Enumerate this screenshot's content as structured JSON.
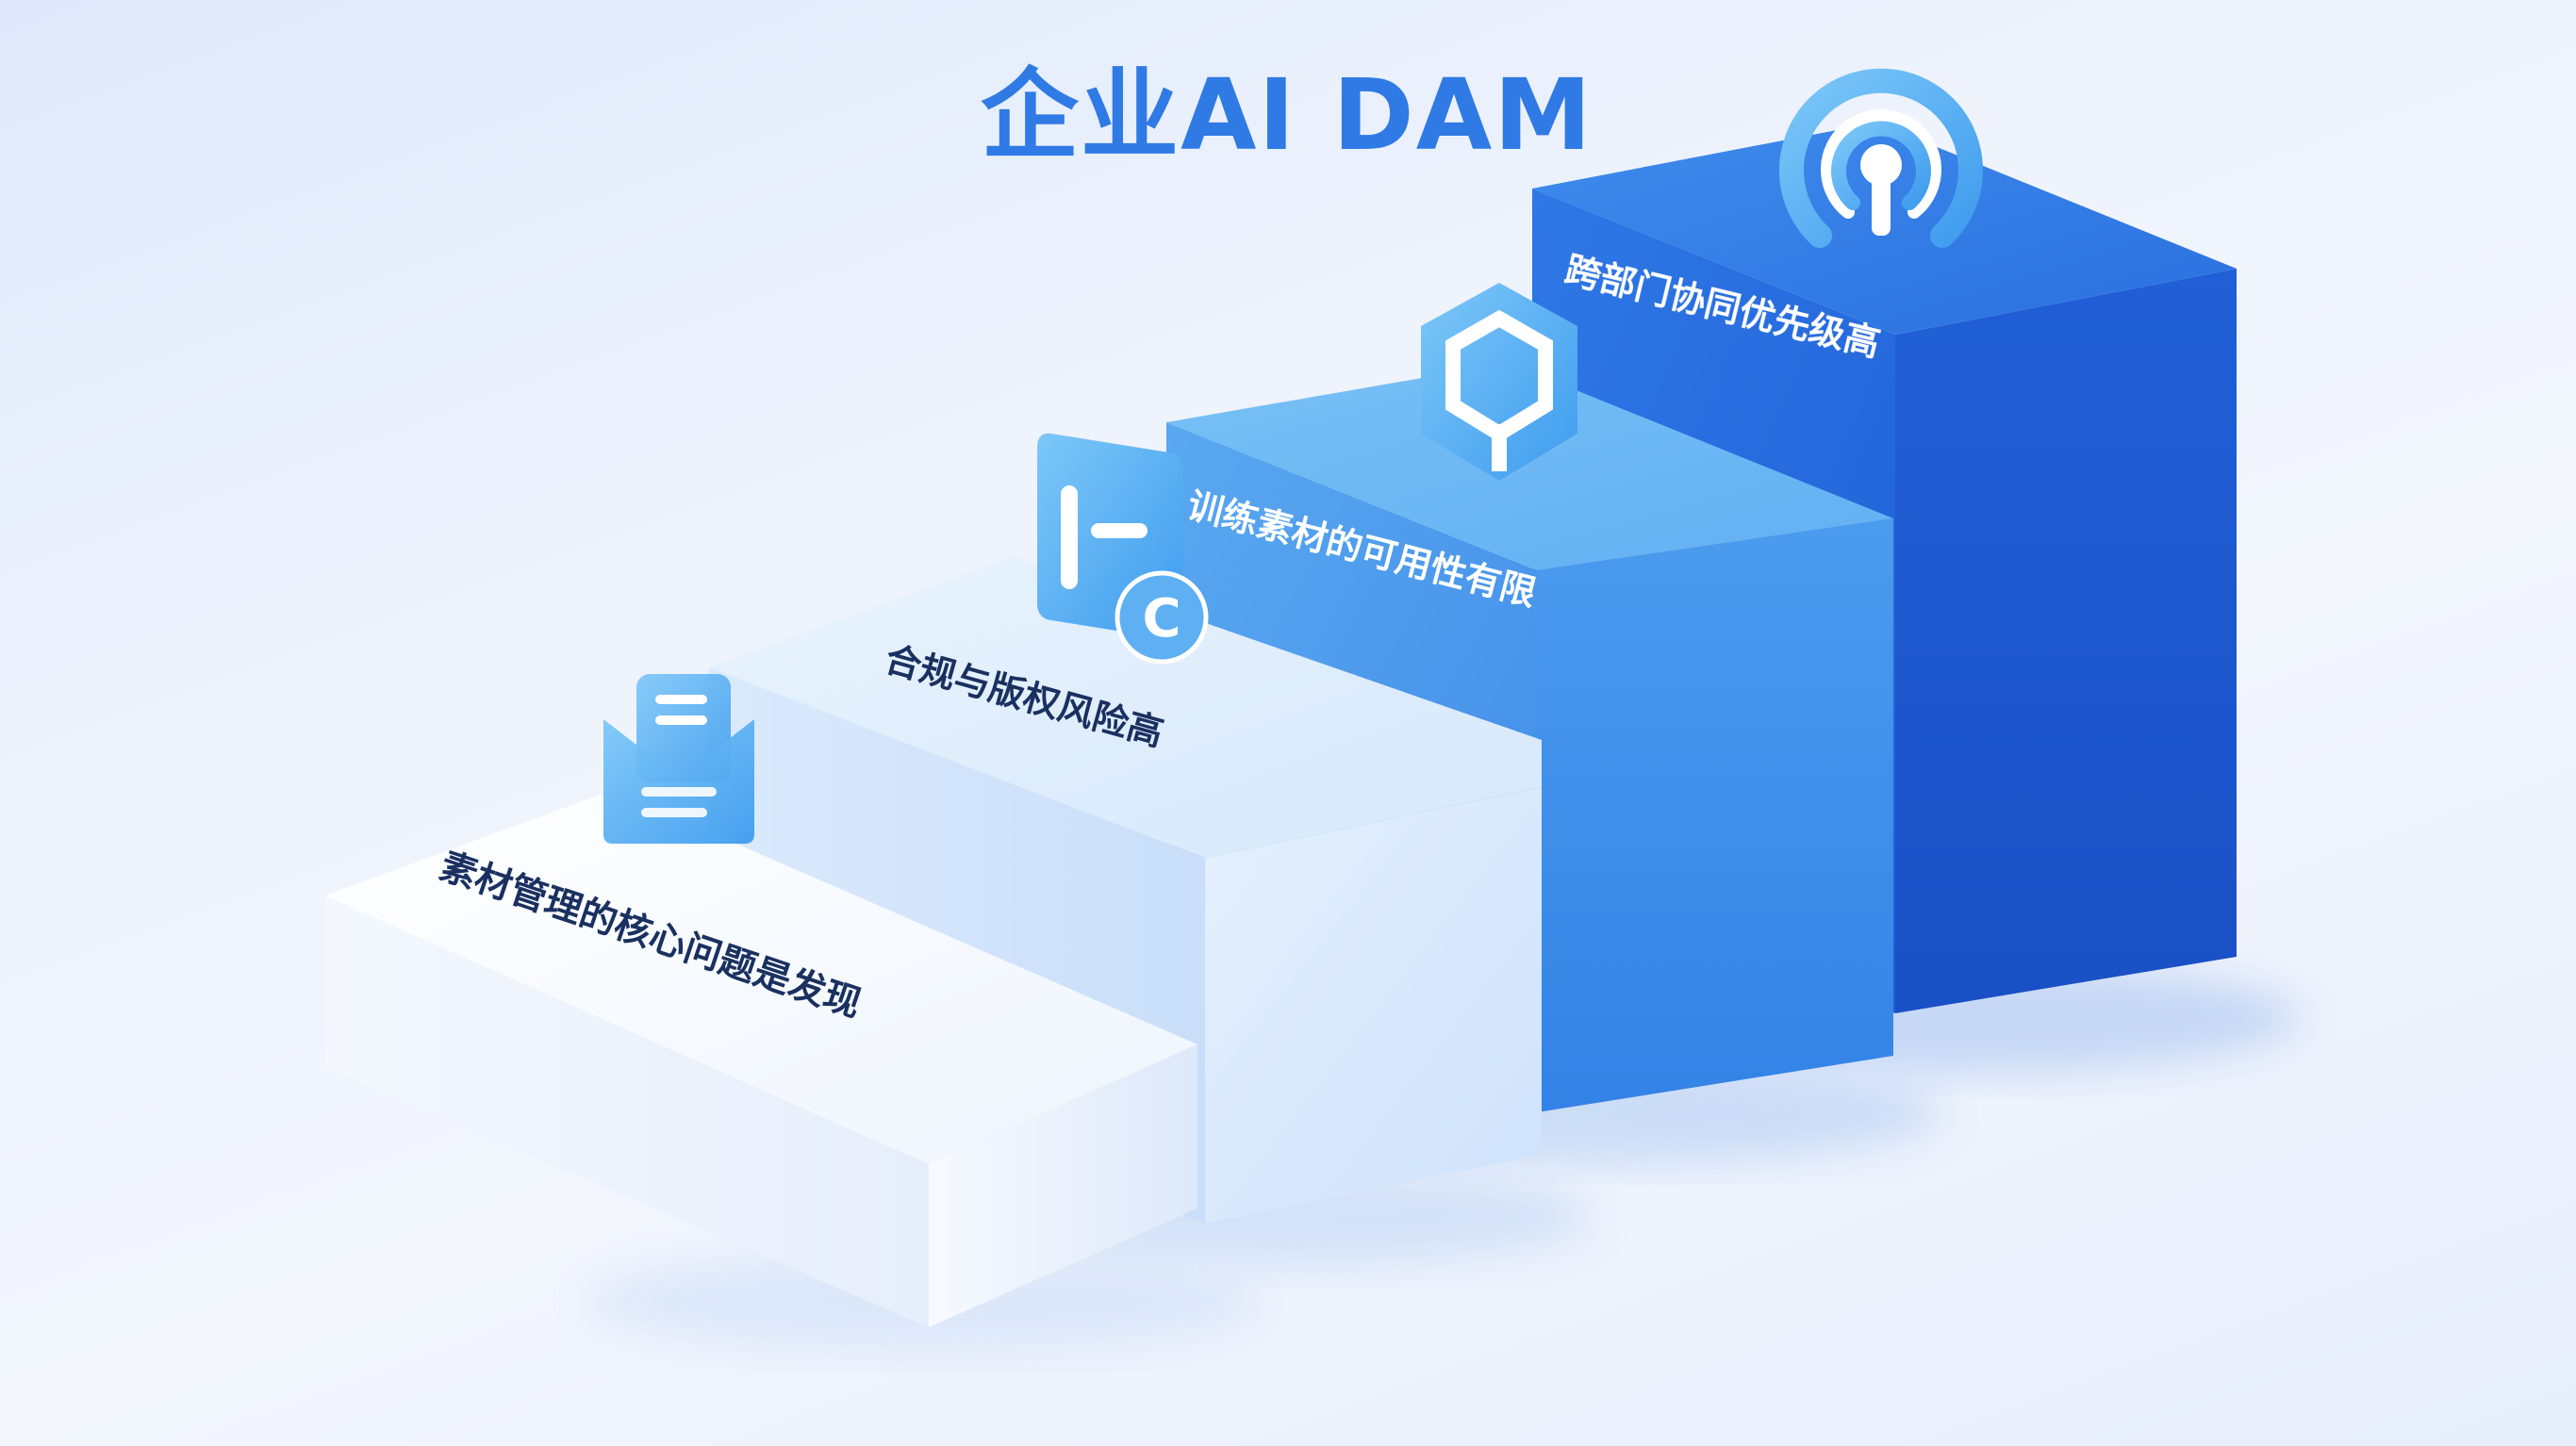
{
  "title": "企业AI DAM",
  "steps": [
    {
      "label": "素材管理的核心问题是发现",
      "icon": "document-envelope-icon"
    },
    {
      "label": "合规与版权风险高",
      "icon": "copyright-document-icon"
    },
    {
      "label": "训练素材的可用性有限",
      "icon": "hexagon-shield-icon"
    },
    {
      "label": "跨部门协同优先级高",
      "icon": "signal-broadcast-icon"
    }
  ],
  "colors": {
    "title": "#2f7ae5",
    "step1_top": "#f7fbff",
    "step2_top": "#e3f0fd",
    "step3_top": "#6fbaf4",
    "step4_top": "#2d76e2",
    "icon": "#4aa6ef",
    "dark_text": "#1a3060",
    "light_text": "#ffffff"
  }
}
